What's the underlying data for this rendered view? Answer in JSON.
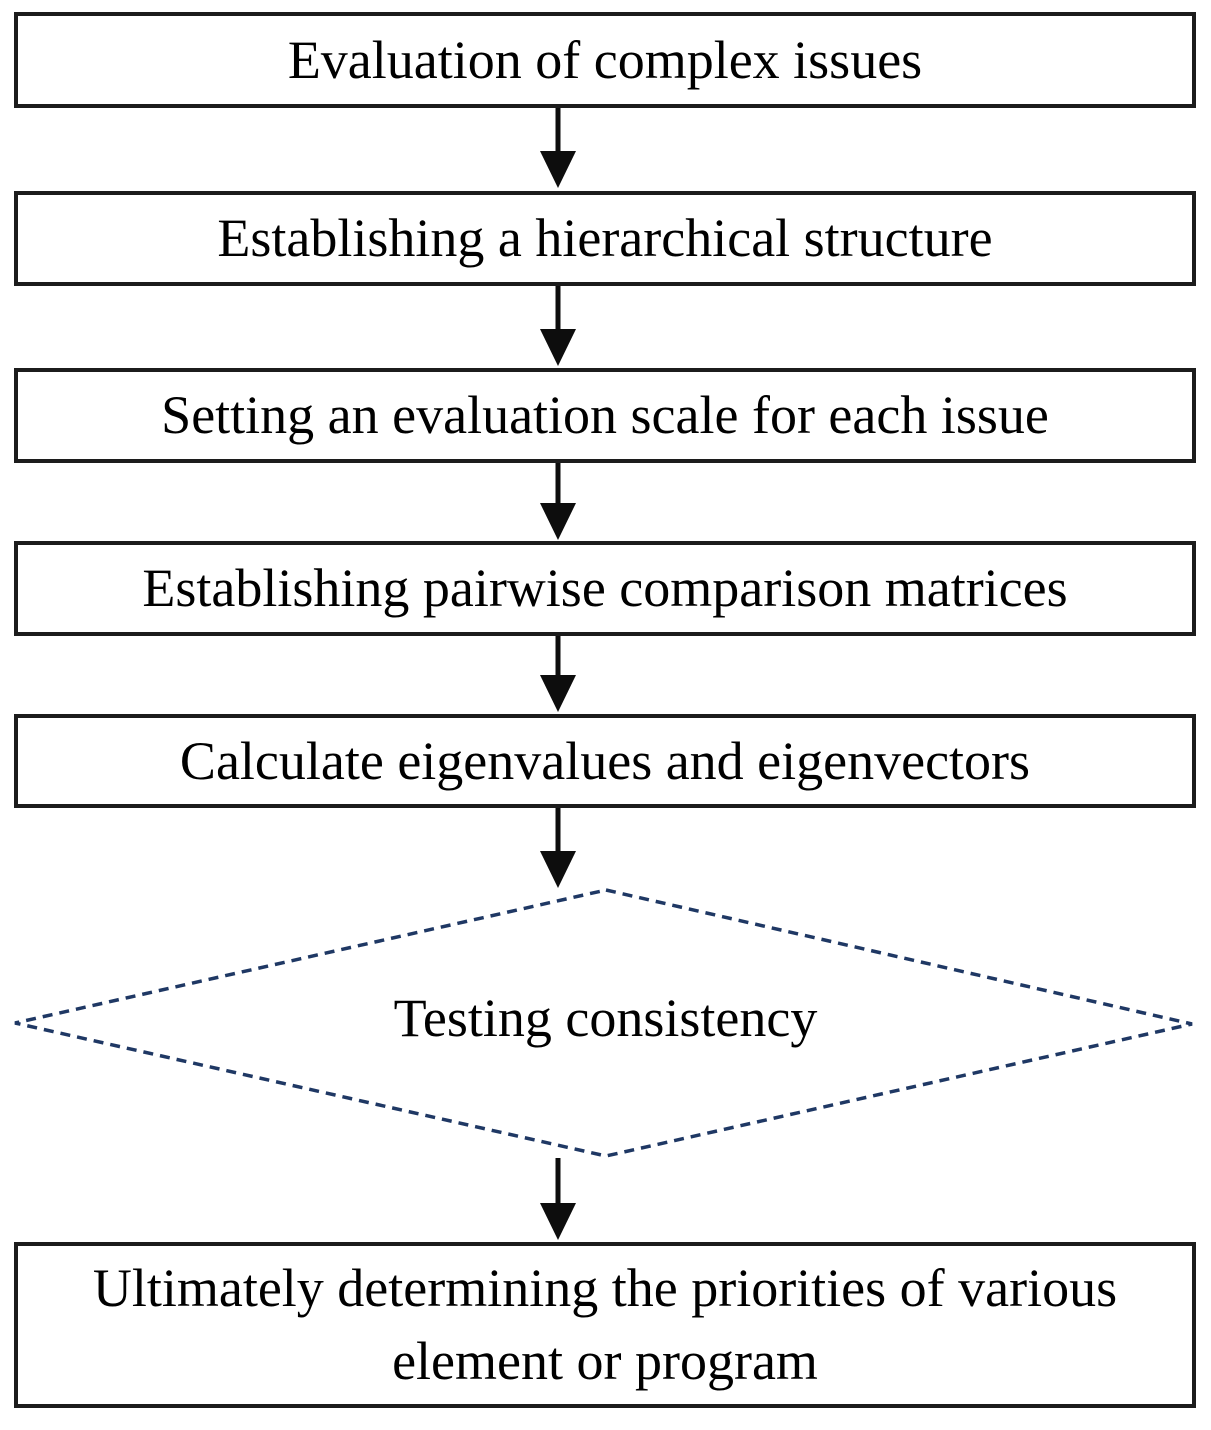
{
  "flowchart": {
    "steps": [
      {
        "label": "Evaluation of complex issues"
      },
      {
        "label": "Establishing a hierarchical structure"
      },
      {
        "label": "Setting an evaluation scale for each issue"
      },
      {
        "label": "Establishing pairwise comparison matrices"
      },
      {
        "label": "Calculate eigenvalues and eigenvectors"
      }
    ],
    "decision": {
      "label": "Testing consistency"
    },
    "final_step": {
      "label": "Ultimately determining the priorities of various element or program"
    },
    "colors": {
      "box_border": "#1c1c1c",
      "text": "#000000",
      "arrow": "#0d0d0d",
      "diamond_stroke": "#1f3864",
      "background": "#ffffff"
    }
  }
}
